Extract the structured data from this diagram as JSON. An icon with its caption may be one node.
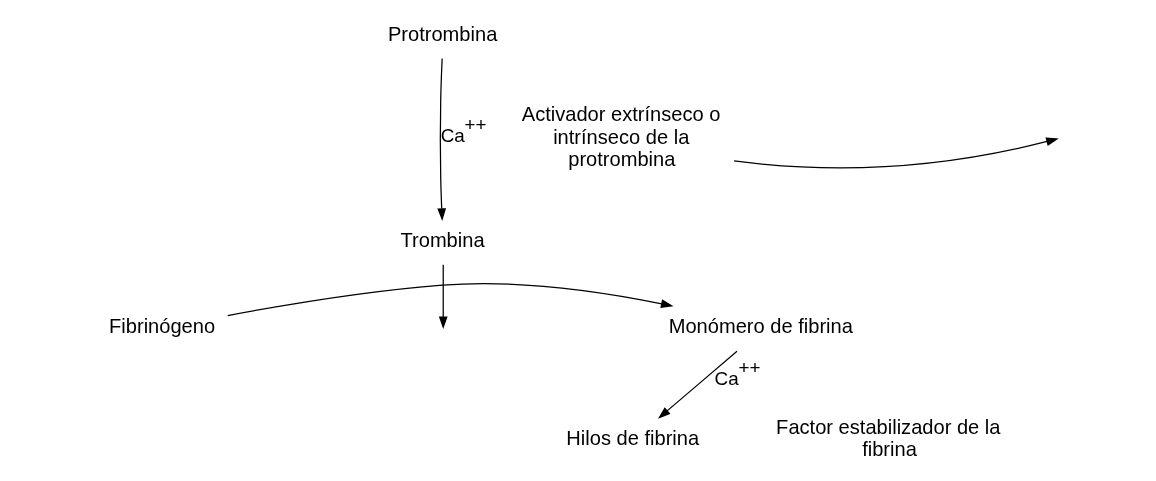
{
  "diagram": {
    "nodes": [
      {
        "text": [
          "Protrombina"
        ]
      },
      {
        "text": [
          "Activador extrínseco o intrínseco de la protrombina"
        ]
      },
      {
        "text": [
          "Trombina"
        ]
      },
      {
        "text": [
          "Fibrinógeno"
        ]
      },
      {
        "text": [
          "Monómero de fibrina"
        ]
      },
      {
        "text": [
          "Hilos de fibrina"
        ]
      }
    ],
    "edges": [
      {
        "from": 0,
        "to": 2,
        "arrow": "to",
        "label": "Ca$^{++}$"
      },
      {
        "from": 1,
        "to": null,
        "arrow": "to"
      },
      {
        "from": 2,
        "to": null,
        "arrow": "to"
      },
      {
        "from": 3,
        "to": 4,
        "arrow": "to"
      },
      {
        "from": 4,
        "to": 5,
        "arrow": "to",
        "label": "Ca$^{++}$"
      }
    ],
    "labels": [
      "Factor estabilizador de la fibrina"
    ]
  }
}
